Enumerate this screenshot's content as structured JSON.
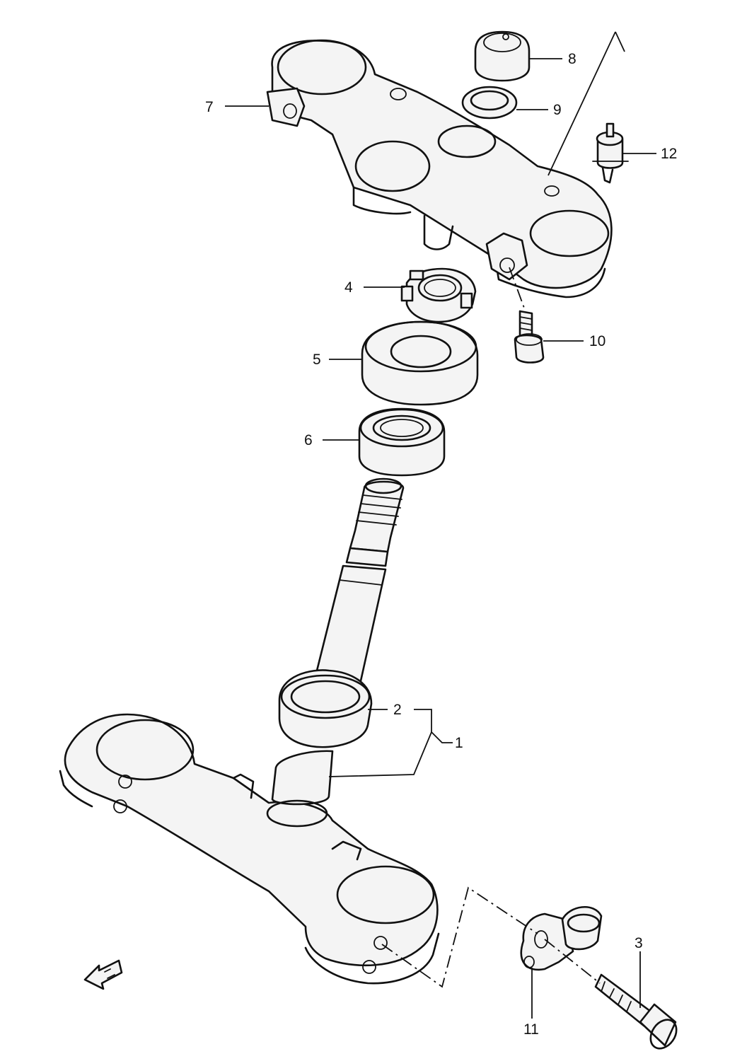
{
  "callouts": [
    {
      "id": "c1",
      "number": "1",
      "part": "steering-stem-lower-bracket"
    },
    {
      "id": "c2",
      "number": "2",
      "part": "lower-bearing"
    },
    {
      "id": "c3",
      "number": "3",
      "part": "bolt"
    },
    {
      "id": "c4",
      "number": "4",
      "part": "steering-stem-nut"
    },
    {
      "id": "c5",
      "number": "5",
      "part": "dust-seal"
    },
    {
      "id": "c6",
      "number": "6",
      "part": "upper-bearing"
    },
    {
      "id": "c7",
      "number": "7",
      "part": "upper-bracket"
    },
    {
      "id": "c8",
      "number": "8",
      "part": "stem-head-nut-cap"
    },
    {
      "id": "c9",
      "number": "9",
      "part": "washer"
    },
    {
      "id": "c10",
      "number": "10",
      "part": "clamp-bolt"
    },
    {
      "id": "c11",
      "number": "11",
      "part": "hose-clamp"
    },
    {
      "id": "c12",
      "number": "12",
      "part": "switch"
    }
  ]
}
